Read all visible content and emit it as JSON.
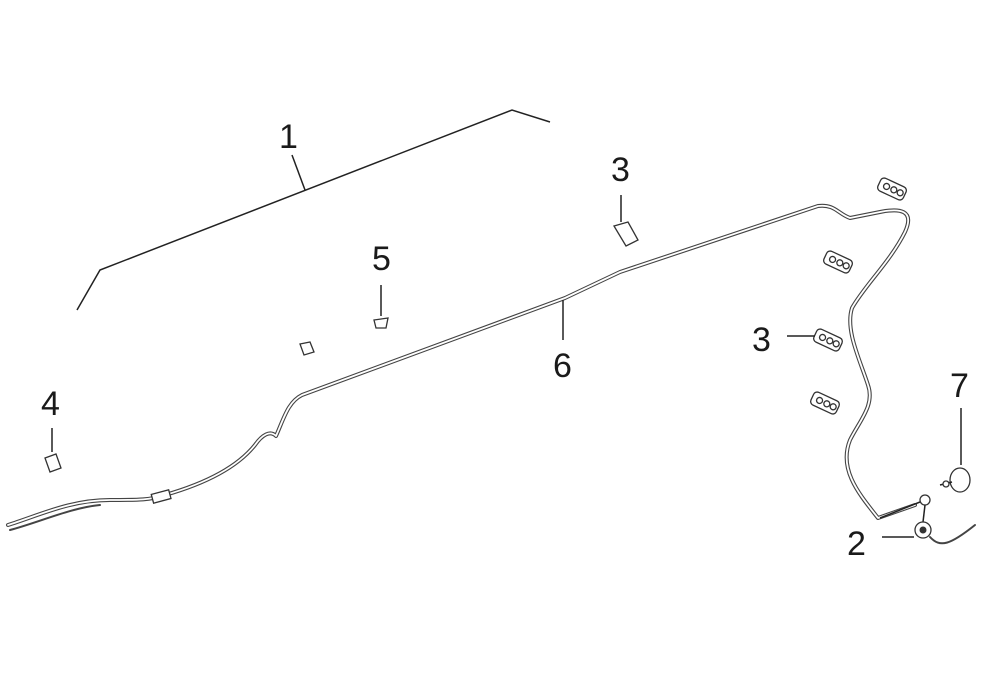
{
  "diagram": {
    "callouts": [
      {
        "id": "callout-1",
        "label": "1"
      },
      {
        "id": "callout-2",
        "label": "2"
      },
      {
        "id": "callout-3-top",
        "label": "3"
      },
      {
        "id": "callout-3-right",
        "label": "3"
      },
      {
        "id": "callout-4",
        "label": "4"
      },
      {
        "id": "callout-5",
        "label": "5"
      },
      {
        "id": "callout-6",
        "label": "6"
      },
      {
        "id": "callout-7",
        "label": "7"
      }
    ],
    "colors": {
      "line": "#333333",
      "background": "#ffffff"
    }
  }
}
